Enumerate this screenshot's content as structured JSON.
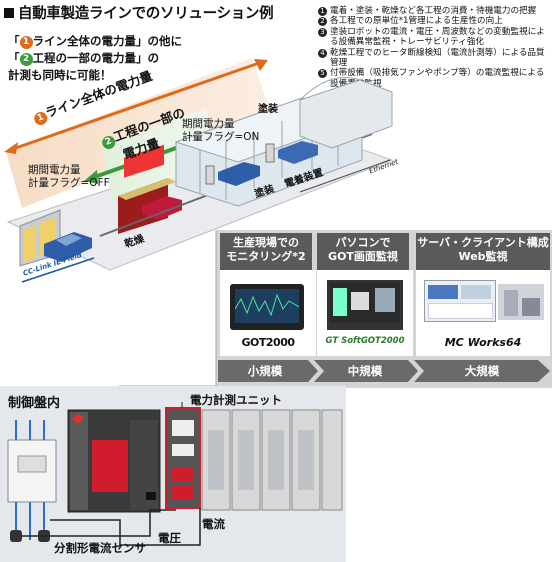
{
  "title": "自動車製造ラインでのソリューション例",
  "intro": {
    "line1_pre": "「",
    "line1_num": "1",
    "line1_text": "ライン全体の電力量」の他に",
    "line2_pre": "「",
    "line2_num": "2",
    "line2_text": "工程の一部の電力量」の",
    "line3": "計測も同時に可能！"
  },
  "notes": [
    {
      "num": "1",
      "text": "電着・塗装・乾燥など各工程の消費・待機電力の把握"
    },
    {
      "num": "2",
      "text": "各工程での原単位*1管理による生産性の向上"
    },
    {
      "num": "3",
      "text": "塗装ロボットの電流・電圧・周波数などの変動監視による設備異常監視・トレーサビリティ強化"
    },
    {
      "num": "4",
      "text": "乾燥工程でのヒータ断線検知（電流計測等）による品質管理"
    },
    {
      "num": "5",
      "text": "付帯設備（吸排気ファンやポンプ等）の電流監視による設備異常監視"
    }
  ],
  "factory": {
    "whole_line_num": "1",
    "whole_line_label": "ライン全体の電力量",
    "part_num": "2",
    "part_label_1": "工程の一部の",
    "part_label_2": "電力量",
    "flag_off_1": "期間電力量",
    "flag_off_2": "計量フラグ=OFF",
    "flag_on_1": "期間電力量",
    "flag_on_2": "計量フラグ=ON",
    "painting": "塗装",
    "painting2": "塗装",
    "electrodeposition": "電着装置",
    "drying": "乾燥",
    "ethernet": "Ethernet",
    "cclink": "CC-Link IE Field"
  },
  "monitoring": [
    {
      "title_1": "生産現場での",
      "title_2": "モニタリング*2",
      "product": "GOT2000",
      "scale": "小規模"
    },
    {
      "title_1": "パソコンで",
      "title_2": "GOT画面監視",
      "product": "GT SoftGOT2000",
      "scale": "中規模"
    },
    {
      "title_1": "サーバ・クライアント構成",
      "title_2": "Web監視",
      "product": "MC Works64",
      "scale": "大規模"
    }
  ],
  "control_panel": {
    "label": "制御盤内",
    "unit_label": "電力計測ユニット",
    "current": "電流",
    "voltage": "電圧",
    "sensor": "分割形電流センサ"
  },
  "colors": {
    "accent_orange": "#e06a1c",
    "accent_green": "#3c9a3c",
    "monitor_header": "#5a5a5a",
    "arrow": "#6a6a6a"
  }
}
